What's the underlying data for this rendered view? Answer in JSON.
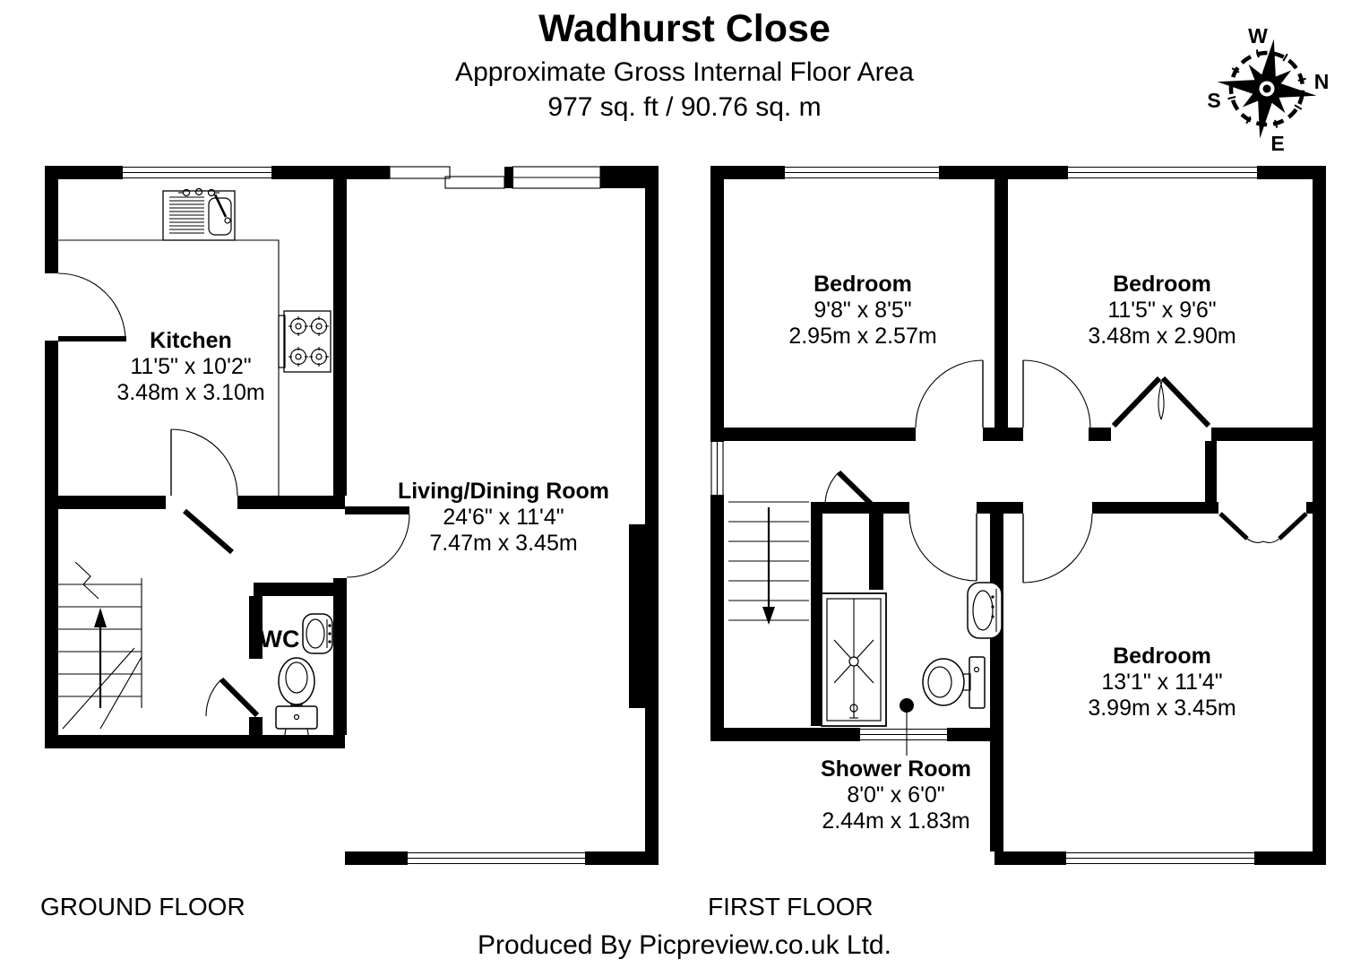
{
  "header": {
    "title": "Wadhurst Close",
    "subtitle": "Approximate Gross Internal Floor Area",
    "area": "977 sq. ft / 90.76 sq. m"
  },
  "compass": {
    "top": "W",
    "right": "N",
    "left": "S",
    "bottom": "E"
  },
  "ground_floor": {
    "label": "GROUND FLOOR",
    "kitchen": {
      "name": "Kitchen",
      "imperial": "11'5\" x 10'2\"",
      "metric": "3.48m x 3.10m"
    },
    "living_dining": {
      "name": "Living/Dining Room",
      "imperial": "24'6\" x 11'4\"",
      "metric": "7.47m x 3.45m"
    },
    "wc": {
      "name": "WC"
    }
  },
  "first_floor": {
    "label": "FIRST FLOOR",
    "bedroom_top_left": {
      "name": "Bedroom",
      "imperial": "9'8\" x 8'5\"",
      "metric": "2.95m x 2.57m"
    },
    "bedroom_top_right": {
      "name": "Bedroom",
      "imperial": "11'5\" x 9'6\"",
      "metric": "3.48m x 2.90m"
    },
    "bedroom_bottom": {
      "name": "Bedroom",
      "imperial": "13'1\" x 11'4\"",
      "metric": "3.99m x 3.45m"
    },
    "shower_room": {
      "name": "Shower Room",
      "imperial": "8'0\" x 6'0\"",
      "metric": "2.44m x 1.83m"
    }
  },
  "footer": {
    "credit": "Produced By Picpreview.co.uk Ltd."
  }
}
